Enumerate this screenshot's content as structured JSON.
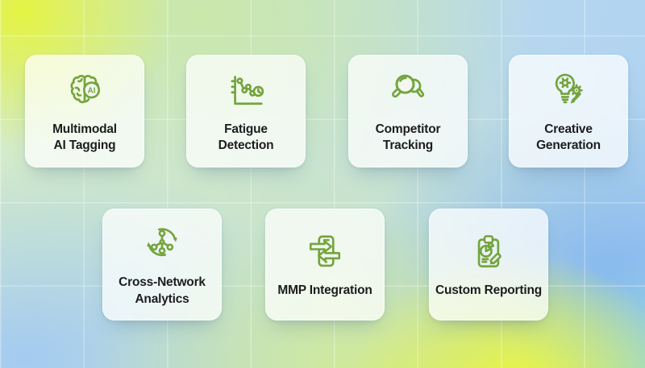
{
  "theme": {
    "icon_green": "#74a43e",
    "label_color": "#1d1d1f",
    "card_bg": "rgba(255,255,255,0.74)",
    "card_fill": "#f3f7ef",
    "bg_yellow_top_left": "#e6f43c",
    "bg_yellow_bottom": "#eef837",
    "bg_mint_top": "#cde6da",
    "bg_blue_right": "#80b4f0",
    "bg_blue_bottom_left": "#a0c8f4",
    "grid_line": "#ffffff"
  },
  "cards": [
    {
      "id": "multimodal-ai-tagging",
      "icon": "brain-ai-icon",
      "badge": "AI",
      "lines": [
        "Multimodal",
        "AI Tagging"
      ]
    },
    {
      "id": "fatigue-detection",
      "icon": "fatigue-chart-icon",
      "lines": [
        "Fatigue",
        "Detection"
      ]
    },
    {
      "id": "competitor-tracking",
      "icon": "magnifiers-icon",
      "lines": [
        "Competitor",
        "Tracking"
      ]
    },
    {
      "id": "creative-generation",
      "icon": "bulb-gear-brush-icon",
      "lines": [
        "Creative",
        "Generation"
      ]
    },
    {
      "id": "cross-network-analytics",
      "icon": "network-sync-icon",
      "lines": [
        "Cross-Network",
        "Analytics"
      ]
    },
    {
      "id": "mmp-integration",
      "icon": "phone-transfer-icon",
      "lines": [
        "MMP Integration"
      ]
    },
    {
      "id": "custom-reporting",
      "icon": "clipboard-report-icon",
      "lines": [
        "Custom Reporting"
      ]
    }
  ]
}
